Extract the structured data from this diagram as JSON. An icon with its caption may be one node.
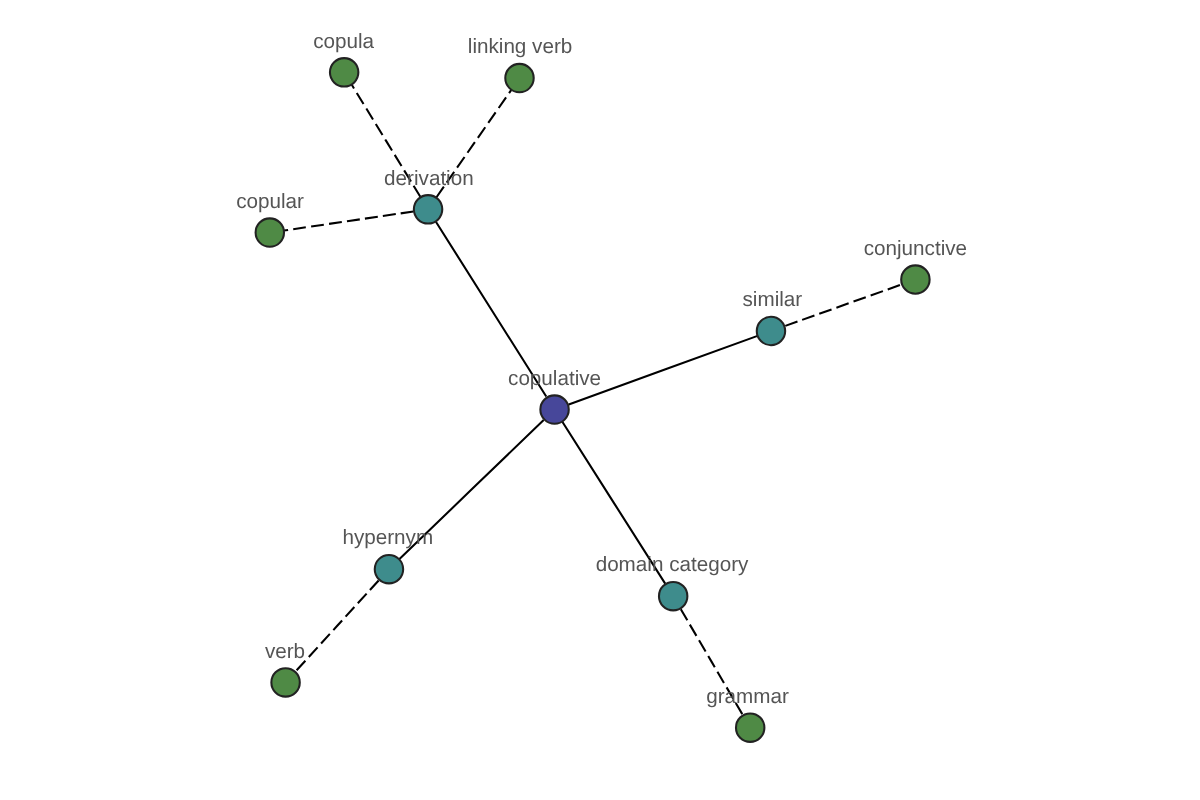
{
  "diagram": {
    "nodes": [
      {
        "text": [
          "copular"
        ]
      },
      {
        "text": [
          "linking verb"
        ]
      },
      {
        "text": [
          "verb"
        ]
      },
      {
        "text": [
          "conjunctive"
        ]
      },
      {
        "text": [
          "derivation"
        ]
      },
      {
        "text": [
          "copula"
        ]
      },
      {
        "text": [
          "hypernym"
        ]
      },
      {
        "text": [
          "similar"
        ]
      },
      {
        "text": [
          "copulative"
        ]
      },
      {
        "text": [
          "domain category"
        ]
      },
      {
        "text": [
          "grammar"
        ]
      }
    ],
    "edges": [
      {
        "from": 8,
        "to": 7,
        "arrow": "none"
      },
      {
        "from": 8,
        "to": 4,
        "arrow": "none"
      },
      {
        "from": 8,
        "to": 6,
        "arrow": "none"
      },
      {
        "from": 8,
        "to": 9,
        "arrow": "none"
      },
      {
        "from": 7,
        "to": 3,
        "arrow": "none",
        "style": "dashed"
      },
      {
        "from": 4,
        "to": 0,
        "arrow": "none",
        "style": "dashed"
      },
      {
        "from": 4,
        "to": 1,
        "arrow": "none",
        "style": "dashed"
      },
      {
        "from": 4,
        "to": 5,
        "arrow": "none",
        "style": "dashed"
      },
      {
        "from": 6,
        "to": 2,
        "arrow": "none",
        "style": "dashed"
      },
      {
        "from": 9,
        "to": 10,
        "arrow": "none",
        "style": "dashed"
      }
    ]
  }
}
